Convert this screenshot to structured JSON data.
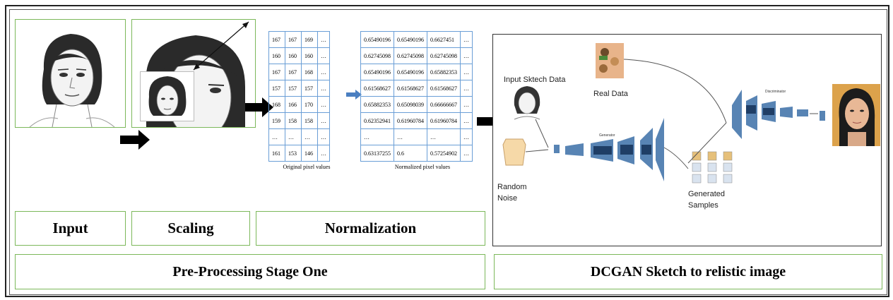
{
  "stages": {
    "input": "Input",
    "scaling": "Scaling",
    "normalization": "Normalization",
    "preprocessing": "Pre-Processing Stage One",
    "dcgan": "DCGAN Sketch to relistic image"
  },
  "original_table": {
    "caption": "Original pixel values",
    "rows": [
      [
        "167",
        "167",
        "169",
        "…"
      ],
      [
        "160",
        "160",
        "160",
        "…"
      ],
      [
        "167",
        "167",
        "168",
        "…"
      ],
      [
        "157",
        "157",
        "157",
        "…"
      ],
      [
        "168",
        "166",
        "170",
        "…"
      ],
      [
        "159",
        "158",
        "158",
        "…"
      ],
      [
        "…",
        "…",
        "…",
        "…"
      ],
      [
        "161",
        "153",
        "146",
        "…"
      ]
    ]
  },
  "normalized_table": {
    "caption": "Normalized pixel values",
    "rows": [
      [
        "0.65490196",
        "0.65490196",
        "0.6627451",
        "…"
      ],
      [
        "0.62745098",
        "0.62745098",
        "0.62745098",
        "…"
      ],
      [
        "0.65490196",
        "0.65490196",
        "0.65882353",
        "…"
      ],
      [
        "0.61568627",
        "0.61568627",
        "0.61568627",
        "…"
      ],
      [
        "0.65882353",
        "0.65098039",
        "0.66666667",
        "…"
      ],
      [
        "0.62352941",
        "0.61960784",
        "0.61960784",
        "…"
      ],
      [
        "…",
        "…",
        "…",
        "…"
      ],
      [
        "0.63137255",
        "0.6",
        "0.57254902",
        "…"
      ]
    ]
  },
  "dcgan": {
    "input_sketch": "Input Sktech Data",
    "real_data": "Real Data",
    "random_noise_1": "Random",
    "random_noise_2": "Noise",
    "generated_1": "Generated",
    "generated_2": "Samples",
    "generator": "Generator",
    "discriminator": "Discriminator"
  },
  "colors": {
    "box_border": "#7cb85a",
    "table_border": "#6a9ed6",
    "arrow_blue": "#4a7fc1",
    "layer_blue": "#3b6fa8",
    "noise_fill": "#f6d9a8"
  }
}
